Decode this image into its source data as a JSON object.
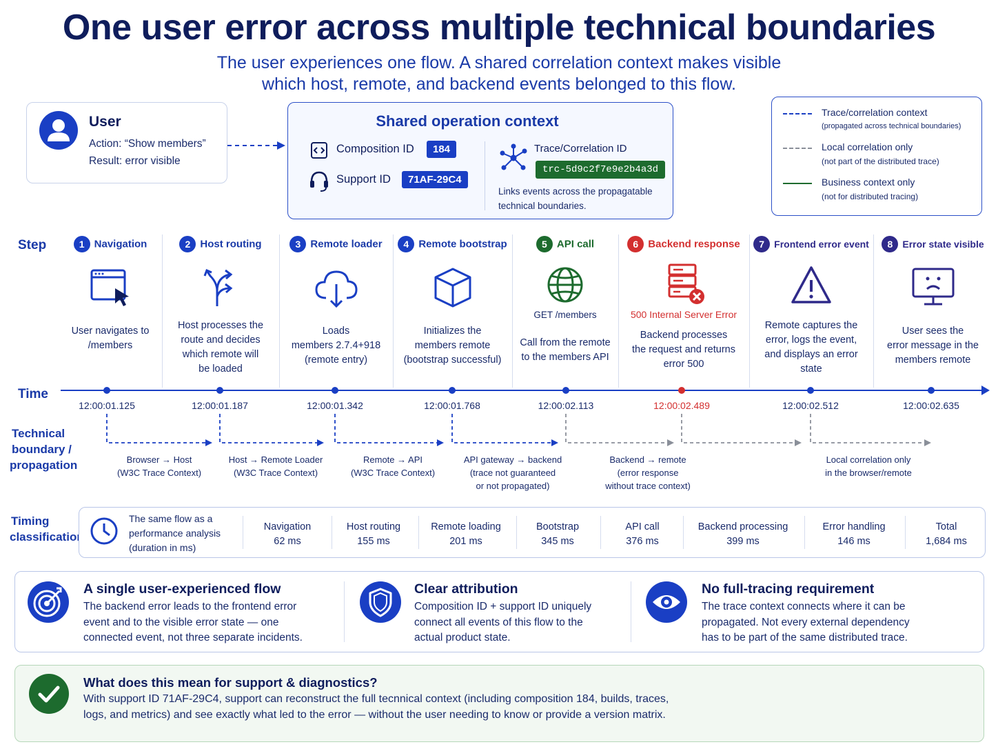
{
  "title": "One user error across multiple technical boundaries",
  "subtitle_line1": "The user experiences one flow. A shared correlation context makes visible",
  "subtitle_line2": "which host, remote, and backend events belonged to this flow.",
  "user": {
    "title": "User",
    "action": "Action: “Show members”",
    "result": "Result: error visible",
    "icon": "user-icon"
  },
  "context": {
    "title": "Shared operation context",
    "composition_label": "Composition ID",
    "composition_value": "184",
    "support_label": "Support ID",
    "support_value": "71AF-29C4",
    "trace_label": "Trace/Correlation ID",
    "trace_value": "trc-5d9c2f7e9e2b4a3d",
    "note": "Links events across the propagatable technical boundaries."
  },
  "legend": {
    "items": [
      {
        "label": "Trace/correlation context",
        "sub": "(propagated across technical boundaries)",
        "color": "#1a3fc4",
        "style": "dashed"
      },
      {
        "label": "Local correlation only",
        "sub": "(not part of the distributed trace)",
        "color": "#8a8f99",
        "style": "dashed"
      },
      {
        "label": "Business context only",
        "sub": "(not for distributed tracing)",
        "color": "#1d6b2e",
        "style": "solid"
      }
    ]
  },
  "row_labels": {
    "step": "Step",
    "time": "Time",
    "boundary_1": "Technical",
    "boundary_2": "boundary /",
    "boundary_3": "propagation",
    "timing_1": "Timing",
    "timing_2": "classification"
  },
  "steps": [
    {
      "num": "1",
      "name": "Navigation",
      "icon": "browser-cursor-icon",
      "desc": [
        "User navigates to",
        "/members"
      ],
      "time": "12:00:01.125"
    },
    {
      "num": "2",
      "name": "Host routing",
      "icon": "route-split-icon",
      "desc": [
        "Host processes the",
        "route and decides",
        "which remote will",
        "be loaded"
      ],
      "time": "12:00:01.187"
    },
    {
      "num": "3",
      "name": "Remote loader",
      "icon": "cloud-download-icon",
      "desc": [
        "Loads",
        "members 2.7.4+918",
        "(remote entry)"
      ],
      "time": "12:00:01.342"
    },
    {
      "num": "4",
      "name": "Remote bootstrap",
      "icon": "cube-icon",
      "desc": [
        "Initializes the",
        "members remote",
        "(bootstrap successful)"
      ],
      "time": "12:00:01.768"
    },
    {
      "num": "5",
      "name": "API call",
      "icon": "globe-icon",
      "code": "GET /members",
      "desc": [
        "Call from the remote",
        "to the members API"
      ],
      "time": "12:00:02.113"
    },
    {
      "num": "6",
      "name": "Backend response",
      "icon": "server-error-icon",
      "code": "500 Internal Server Error",
      "desc": [
        "Backend processes",
        "the request and returns",
        "error 500"
      ],
      "time": "12:00:02.489"
    },
    {
      "num": "7",
      "name": "Frontend error event",
      "icon": "warning-icon",
      "desc": [
        "Remote captures the",
        "error, logs the event,",
        "and displays an error",
        "state"
      ],
      "time": "12:00:02.512"
    },
    {
      "num": "8",
      "name": "Error state visible",
      "icon": "sad-screen-icon",
      "desc": [
        "User sees the",
        "error message in the",
        "members remote"
      ],
      "time": "12:00:02.635"
    }
  ],
  "colors": {
    "primary": "#1a3fc4",
    "green_step": "#1d6b2e",
    "error": "#d32f2f",
    "purple": "#2f2a8a",
    "local_gray": "#8a8f99"
  },
  "propagation": [
    {
      "line1": "Browser → Host",
      "line2": "(W3C Trace Context)",
      "line3": ""
    },
    {
      "line1": "Host → Remote Loader",
      "line2": "(W3C Trace Context)",
      "line3": ""
    },
    {
      "line1": "Remote → API",
      "line2": "(W3C Trace Context)",
      "line3": ""
    },
    {
      "line1": "API gateway → backend",
      "line2": "(trace not guaranteed",
      "line3": "or not propagated)"
    },
    {
      "line1": "Backend → remote",
      "line2": "(error response",
      "line3": "without trace context)"
    },
    {
      "line1": "Local correlation only",
      "line2": "in the browser/remote",
      "line3": ""
    }
  ],
  "timing": {
    "intro": [
      "The same flow as a",
      "performance analysis",
      "(duration in ms)"
    ],
    "icon": "clock-icon",
    "cells": [
      {
        "label": "Navigation",
        "value": "62 ms"
      },
      {
        "label": "Host routing",
        "value": "155 ms"
      },
      {
        "label": "Remote loading",
        "value": "201 ms"
      },
      {
        "label": "Bootstrap",
        "value": "345 ms"
      },
      {
        "label": "API call",
        "value": "376 ms"
      },
      {
        "label": "Backend processing",
        "value": "399 ms"
      },
      {
        "label": "Error handling",
        "value": "146 ms"
      },
      {
        "label": "Total",
        "value": "1,684 ms"
      }
    ]
  },
  "info": [
    {
      "icon": "target-icon",
      "title": "A single user-experienced flow",
      "lines": [
        "The backend error leads to the frontend error",
        "event and to the visible error state — one",
        "connected event, not three separate incidents."
      ]
    },
    {
      "icon": "shield-icon",
      "title": "Clear attribution",
      "lines": [
        "Composition ID + support ID uniquely",
        "connect all events of this flow to the",
        "actual product state."
      ]
    },
    {
      "icon": "eye-icon",
      "title": "No full-tracing requirement",
      "lines": [
        "The trace context connects where it can be",
        "propagated. Not every external dependency",
        "has to be part of the same distributed trace."
      ]
    }
  ],
  "support": {
    "title": "What does this mean for support & diagnostics?",
    "text": "With support ID 71AF-29C4, support can reconstruct the full tecnnical context (including composition 184, builds, traces, logs, and metrics) and see exactly what led to the error — without the user needing to know or provide a version matrix.",
    "icon": "check-icon"
  }
}
